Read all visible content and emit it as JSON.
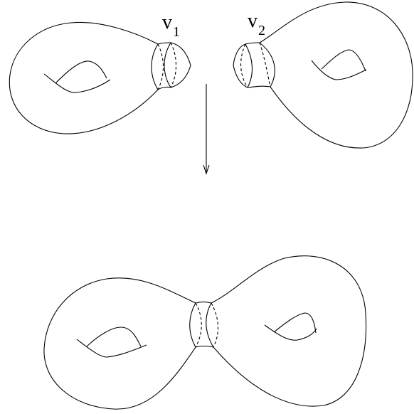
{
  "labels": {
    "v1_main": "v",
    "v1_sub": "1",
    "v2_main": "v",
    "v2_sub": "2"
  },
  "colors": {
    "stroke": "#000000",
    "background": "#ffffff"
  }
}
